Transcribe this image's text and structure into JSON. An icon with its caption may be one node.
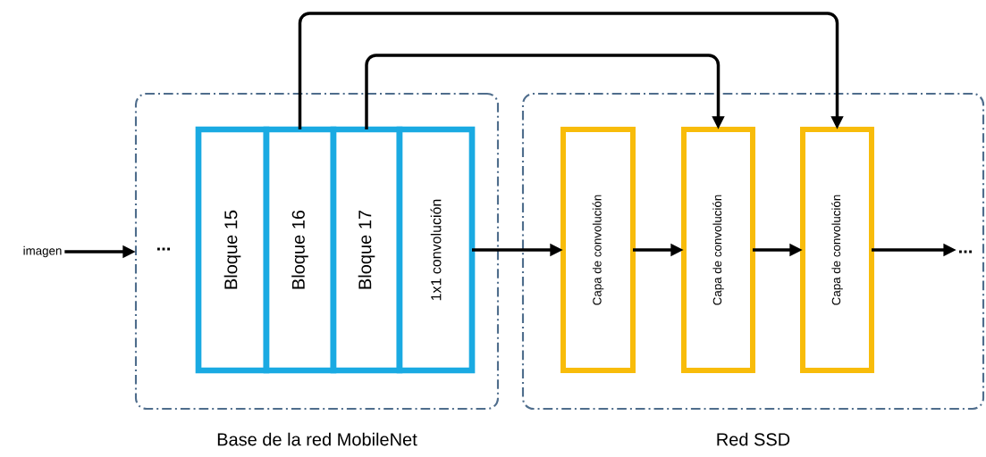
{
  "diagram": {
    "nodes": [
      {
        "text": [
          "imagen"
        ]
      },
      {
        "text": [
          "Base de la red MobileNet"
        ]
      },
      {
        "text": [
          "Bloque 15"
        ],
        "in": 1
      },
      {
        "text": [
          "Bloque 16"
        ],
        "in": 1
      },
      {
        "text": [
          "Bloque 17"
        ],
        "in": 1
      },
      {
        "text": [
          "1x1 convolución"
        ],
        "in": 1
      },
      {
        "text": [
          "Red SSD"
        ]
      },
      {
        "text": [
          "Capa de convolución"
        ],
        "in": 6
      },
      {
        "text": [
          "Capa de convolución"
        ],
        "in": 6
      },
      {
        "text": [
          "Capa de convolución"
        ],
        "in": 6
      },
      {
        "text": [
          "..."
        ],
        "in": 6
      }
    ],
    "edges": [
      {
        "from": 0,
        "to": 1,
        "arrow": "to"
      },
      {
        "from": 5,
        "to": 7,
        "arrow": "to"
      },
      {
        "from": 7,
        "to": 8,
        "arrow": "to"
      },
      {
        "from": 8,
        "to": 9,
        "arrow": "to"
      },
      {
        "from": 9,
        "to": 10,
        "arrow": "to"
      },
      {
        "from": 4,
        "to": 8,
        "arrow": "to"
      },
      {
        "from": 3,
        "to": 9,
        "arrow": "to"
      }
    ],
    "labels": [
      "..."
    ]
  }
}
